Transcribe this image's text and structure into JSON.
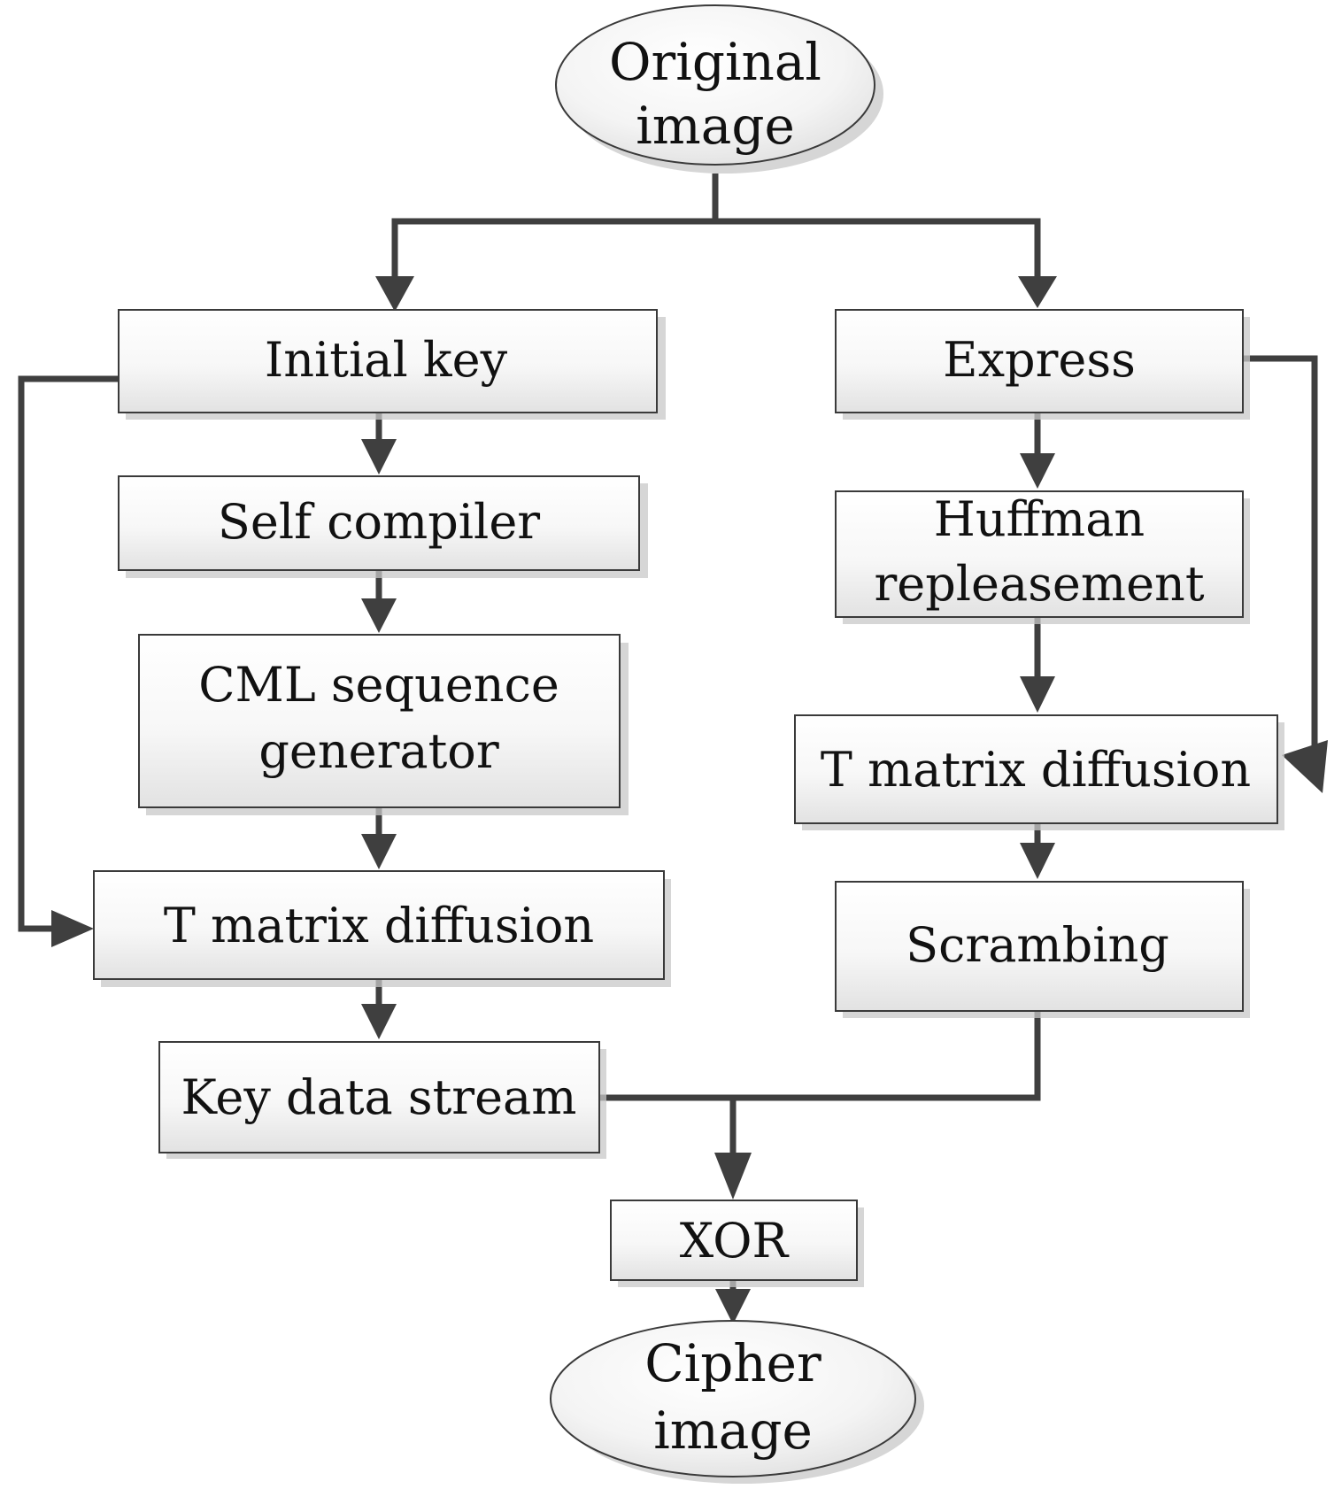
{
  "diagram": {
    "nodes": {
      "original": [
        "Original",
        "image"
      ],
      "initial_key": [
        "Initial key"
      ],
      "self_compiler": [
        "Self compiler"
      ],
      "cml": [
        "CML sequence",
        "generator"
      ],
      "t_matrix_left": [
        "T matrix diffusion"
      ],
      "key_stream": [
        "Key data stream"
      ],
      "express": [
        "Express"
      ],
      "huffman": [
        "Huffman",
        "repleasement"
      ],
      "t_matrix_right": [
        "T matrix diffusion"
      ],
      "scrambing": [
        "Scrambing"
      ],
      "xor": [
        "XOR"
      ],
      "cipher": [
        "Cipher",
        "image"
      ]
    }
  }
}
